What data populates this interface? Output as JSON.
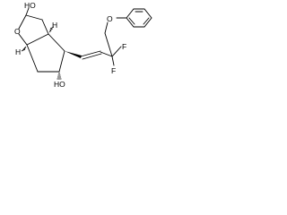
{
  "diagram": {
    "type": "chemical-structure",
    "atom_labels": {
      "ring_o": "O",
      "lactol_oh": "HO",
      "ring_oh": "HO",
      "f_top": "F",
      "f_bottom": "F",
      "ether_o": "O",
      "h_top": "H",
      "h_bottom": "H"
    },
    "colors": {
      "bond": "#000000",
      "label": "#000000",
      "background": "#ffffff"
    }
  }
}
